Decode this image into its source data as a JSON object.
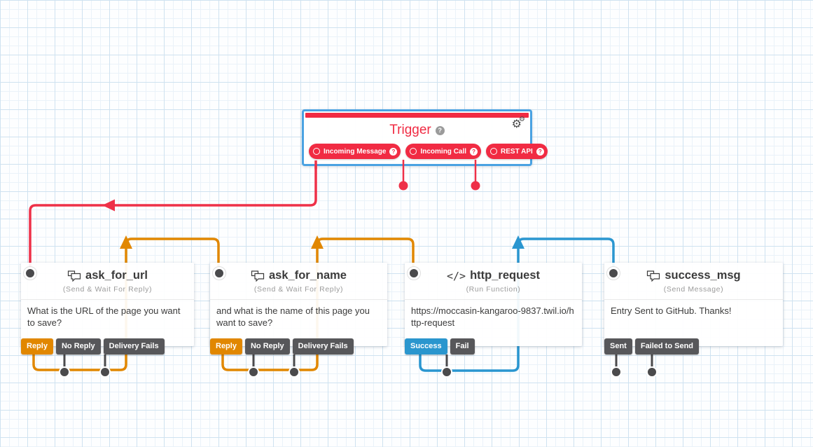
{
  "colors": {
    "red": "#f02b43",
    "orange": "#e18700",
    "blue": "#2a96ce",
    "dark_button": "#57575a",
    "trigger_border": "#4aa2e2",
    "connector_dot": "#4a4a4c"
  },
  "icons": {
    "help_glyph": "?",
    "gear_glyph": "⚙",
    "code_glyph": "</>"
  },
  "trigger": {
    "title": "Trigger",
    "outputs": [
      "Incoming Message",
      "Incoming Call",
      "REST API"
    ]
  },
  "widgets": [
    {
      "name": "ask_for_url",
      "type": "(Send & Wait For Reply)",
      "body": "What is the URL of the page you want to save?",
      "buttons": [
        "Reply",
        "No Reply",
        "Delivery Fails"
      ]
    },
    {
      "name": "ask_for_name",
      "type": "(Send & Wait For Reply)",
      "body": "and what is the name of this page you want to save?",
      "buttons": [
        "Reply",
        "No Reply",
        "Delivery Fails"
      ]
    },
    {
      "name": "http_request",
      "type": "(Run Function)",
      "body": "https://moccasin-kangaroo-9837.twil.io/http-request",
      "buttons": [
        "Success",
        "Fail"
      ]
    },
    {
      "name": "success_msg",
      "type": "(Send Message)",
      "body": "Entry Sent to GitHub. Thanks!",
      "buttons": [
        "Sent",
        "Failed to Send"
      ]
    }
  ]
}
